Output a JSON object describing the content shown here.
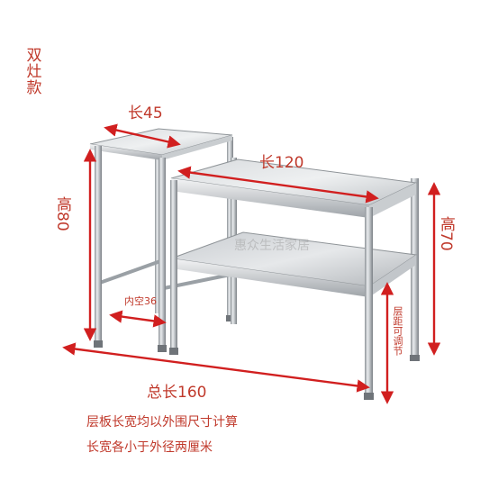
{
  "model_label": "双灶款",
  "dimensions": {
    "small_length": "长45",
    "large_length": "长120",
    "small_height": "高80",
    "large_height": "高70",
    "inner_clearance": "内空36",
    "total_length": "总长160",
    "adjustable_gap": "层距可调节"
  },
  "notes": [
    "层板长宽均以外围尺寸计算",
    "长宽各小于外径两厘米"
  ],
  "watermark": "惠众生活家居",
  "colors": {
    "annotation_red": "#c0392b",
    "steel": "#b9bdc1",
    "steel_dark": "#7f8489"
  }
}
